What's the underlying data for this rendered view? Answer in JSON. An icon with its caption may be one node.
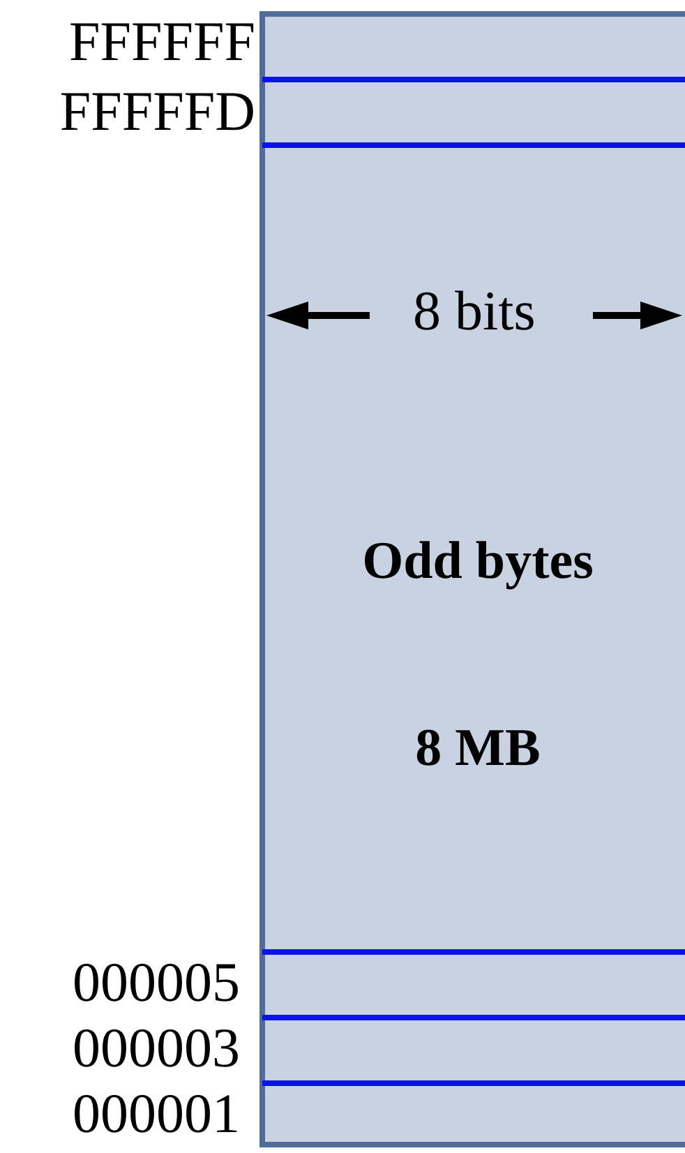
{
  "diagram": {
    "nodes": [
      {
        "text": [
          "Odd bytes",
          "8 MB"
        ]
      }
    ],
    "labels": [
      "FFFFFF",
      "FFFFFD",
      "8 bits",
      "000005",
      "000003",
      "000001"
    ]
  }
}
